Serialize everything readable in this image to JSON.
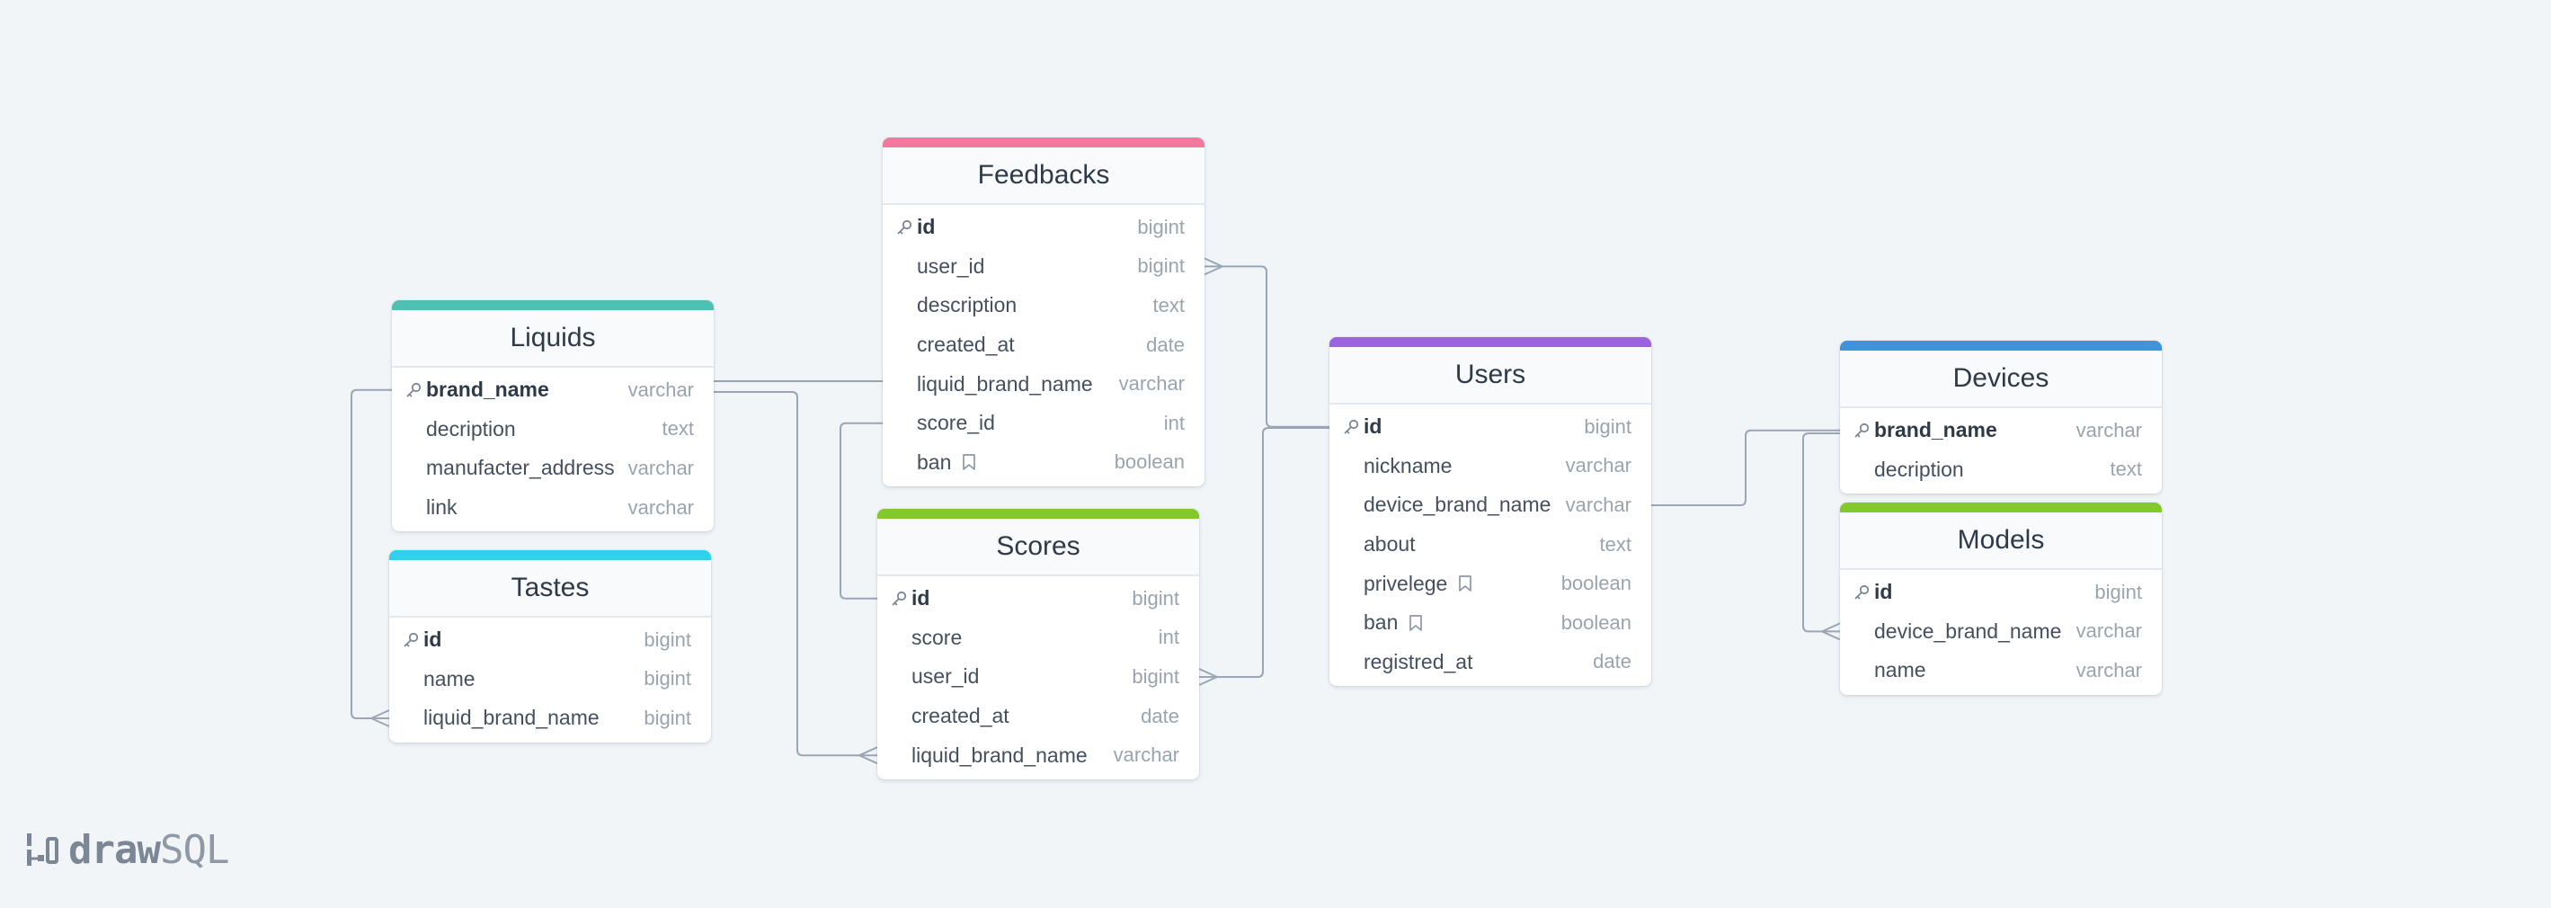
{
  "brand": {
    "part1": "draw",
    "part2": "SQL",
    "icon": "drawsql-logo-icon"
  },
  "tables": [
    {
      "id": "liquids",
      "name": "Liquids",
      "color": "#4fc1b4",
      "columns": [
        {
          "name": "brand_name",
          "type": "varchar",
          "pk": true
        },
        {
          "name": "decription",
          "type": "text"
        },
        {
          "name": "manufacter_address",
          "type": "varchar"
        },
        {
          "name": "link",
          "type": "varchar"
        }
      ]
    },
    {
      "id": "tastes",
      "name": "Tastes",
      "color": "#2fd2ec",
      "columns": [
        {
          "name": "id",
          "type": "bigint",
          "pk": true
        },
        {
          "name": "name",
          "type": "bigint"
        },
        {
          "name": "liquid_brand_name",
          "type": "bigint"
        }
      ]
    },
    {
      "id": "feedbacks",
      "name": "Feedbacks",
      "color": "#f0799d",
      "columns": [
        {
          "name": "id",
          "type": "bigint",
          "pk": true
        },
        {
          "name": "user_id",
          "type": "bigint"
        },
        {
          "name": "description",
          "type": "text"
        },
        {
          "name": "created_at",
          "type": "date"
        },
        {
          "name": "liquid_brand_name",
          "type": "varchar"
        },
        {
          "name": "score_id",
          "type": "int"
        },
        {
          "name": "ban",
          "type": "boolean",
          "note": true
        }
      ]
    },
    {
      "id": "scores",
      "name": "Scores",
      "color": "#83c92b",
      "columns": [
        {
          "name": "id",
          "type": "bigint",
          "pk": true
        },
        {
          "name": "score",
          "type": "int"
        },
        {
          "name": "user_id",
          "type": "bigint"
        },
        {
          "name": "created_at",
          "type": "date"
        },
        {
          "name": "liquid_brand_name",
          "type": "varchar"
        }
      ]
    },
    {
      "id": "users",
      "name": "Users",
      "color": "#9b63e0",
      "columns": [
        {
          "name": "id",
          "type": "bigint",
          "pk": true
        },
        {
          "name": "nickname",
          "type": "varchar"
        },
        {
          "name": "device_brand_name",
          "type": "varchar"
        },
        {
          "name": "about",
          "type": "text"
        },
        {
          "name": "privelege",
          "type": "boolean",
          "note": true
        },
        {
          "name": "ban",
          "type": "boolean",
          "note": true
        },
        {
          "name": "registred_at",
          "type": "date"
        }
      ]
    },
    {
      "id": "devices",
      "name": "Devices",
      "color": "#3f92dd",
      "columns": [
        {
          "name": "brand_name",
          "type": "varchar",
          "pk": true
        },
        {
          "name": "decription",
          "type": "text"
        }
      ]
    },
    {
      "id": "models",
      "name": "Models",
      "color": "#83c92b",
      "columns": [
        {
          "name": "id",
          "type": "bigint",
          "pk": true
        },
        {
          "name": "device_brand_name",
          "type": "varchar"
        },
        {
          "name": "name",
          "type": "varchar"
        }
      ]
    }
  ],
  "relations": [
    {
      "from": "liquids.brand_name",
      "to": "tastes.liquid_brand_name",
      "cardinality": "one-to-many"
    },
    {
      "from": "liquids.brand_name",
      "to": "feedbacks.liquid_brand_name",
      "cardinality": "one-to-one"
    },
    {
      "from": "liquids.brand_name",
      "to": "scores.liquid_brand_name",
      "cardinality": "one-to-many"
    },
    {
      "from": "scores.id",
      "to": "feedbacks.score_id",
      "cardinality": "one-to-one"
    },
    {
      "from": "users.id",
      "to": "feedbacks.user_id",
      "cardinality": "one-to-many"
    },
    {
      "from": "users.id",
      "to": "scores.user_id",
      "cardinality": "one-to-many"
    },
    {
      "from": "devices.brand_name",
      "to": "users.device_brand_name",
      "cardinality": "one-to-one"
    },
    {
      "from": "devices.brand_name",
      "to": "models.device_brand_name",
      "cardinality": "one-to-many"
    }
  ],
  "colors": {
    "background": "#f1f5f8",
    "connector": "#9aa6b4"
  }
}
